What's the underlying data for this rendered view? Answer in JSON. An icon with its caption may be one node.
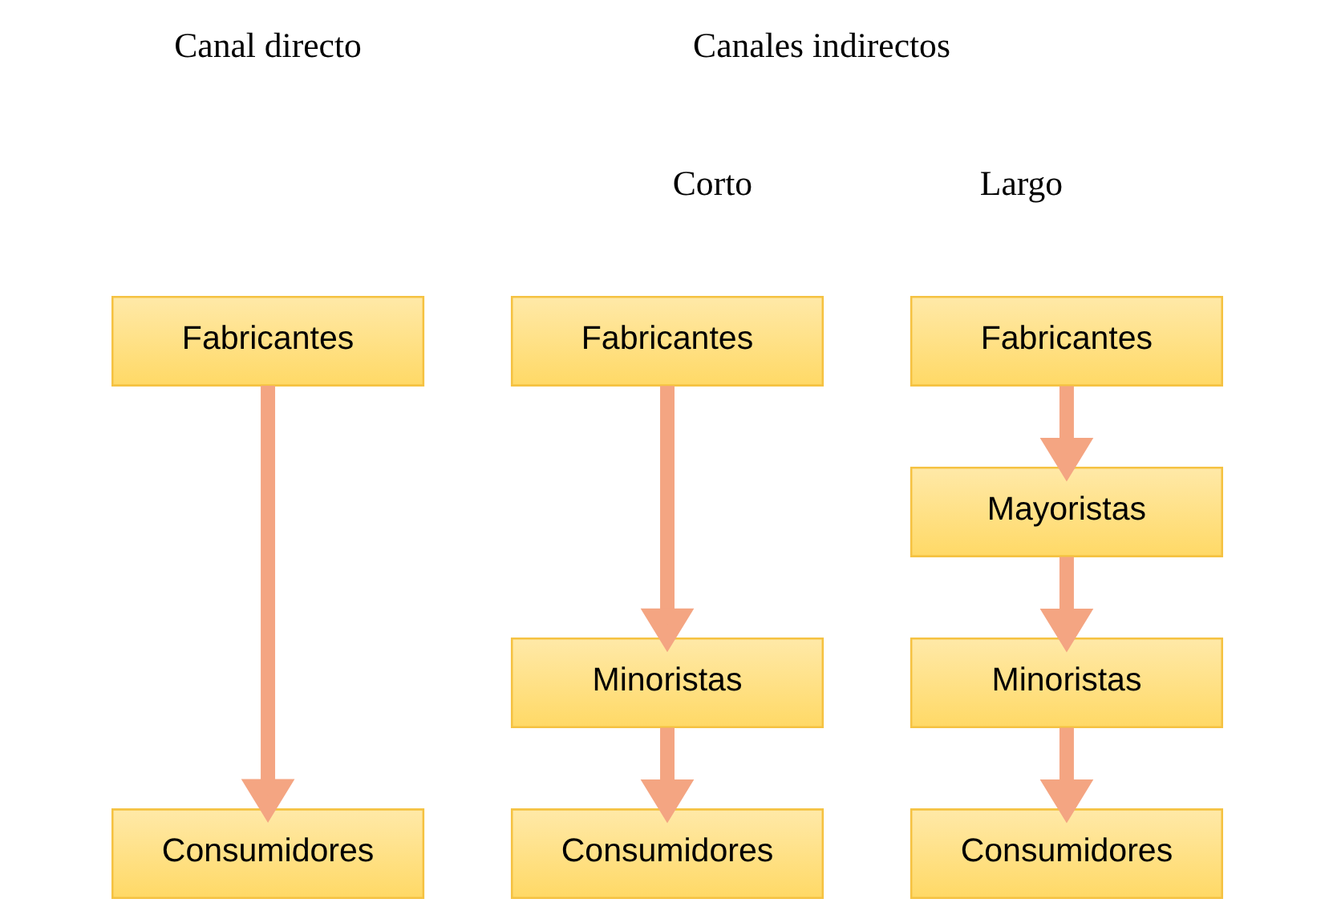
{
  "diagram": {
    "nodes": [
      {
        "text": [
          "Fabricantes"
        ]
      },
      {
        "text": [
          "Consumidores"
        ]
      },
      {
        "text": [
          "Fabricantes"
        ]
      },
      {
        "text": [
          "Minoristas"
        ]
      },
      {
        "text": [
          "Consumidores"
        ]
      },
      {
        "text": [
          "Fabricantes"
        ]
      },
      {
        "text": [
          "Mayoristas"
        ]
      },
      {
        "text": [
          "Minoristas"
        ]
      },
      {
        "text": [
          "Consumidores"
        ]
      }
    ],
    "edges": [
      {
        "from": 0,
        "to": 1,
        "arrow": "to"
      },
      {
        "from": 2,
        "to": 3,
        "arrow": "to"
      },
      {
        "from": 3,
        "to": 4,
        "arrow": "to"
      },
      {
        "from": 5,
        "to": 6,
        "arrow": "to"
      },
      {
        "from": 6,
        "to": 7,
        "arrow": "to"
      },
      {
        "from": 7,
        "to": 8,
        "arrow": "to"
      }
    ],
    "labels": [
      "Canal directo",
      "Canales indirectos",
      "Corto",
      "Largo"
    ]
  }
}
